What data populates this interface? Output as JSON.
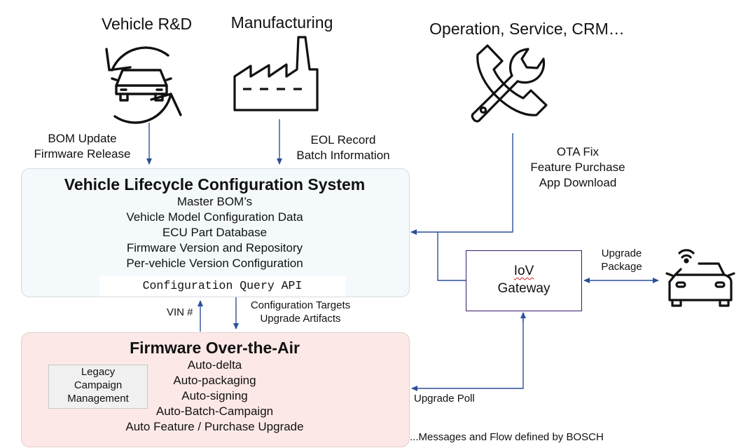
{
  "sources": {
    "rnd": {
      "title": "Vehicle R&D",
      "flow_lines": [
        "BOM Update",
        "Firmware Release"
      ]
    },
    "manufacturing": {
      "title": "Manufacturing",
      "flow_lines": [
        "EOL Record",
        "Batch Information"
      ]
    },
    "operation": {
      "title": "Operation, Service, CRM…",
      "flow_lines": [
        "OTA Fix",
        "Feature Purchase",
        "App Download"
      ]
    }
  },
  "vlcs": {
    "title": "Vehicle Lifecycle Configuration System",
    "items": [
      "Master BOM’s",
      "Vehicle Model Configuration Data",
      "ECU Part Database",
      "Firmware Version and Repository",
      "Per-vehicle Version Configuration"
    ],
    "api_label": "Configuration Query API"
  },
  "links": {
    "vin": "VIN #",
    "config_targets": [
      "Configuration Targets",
      "Upgrade Artifacts"
    ],
    "upgrade_poll": "Upgrade Poll",
    "upgrade_package": [
      "Upgrade",
      "Package"
    ]
  },
  "fota": {
    "title": "Firmware Over-the-Air",
    "items": [
      "Auto-delta",
      "Auto-packaging",
      "Auto-signing",
      "Auto-Batch-Campaign",
      "Auto Feature / Purchase Upgrade"
    ],
    "legacy_lines": [
      "Legacy",
      "Campaign",
      "Management"
    ]
  },
  "iov": {
    "lines": [
      "IoV",
      "Gateway"
    ]
  },
  "footer": {
    "note": "...Messages and Flow defined by BOSCH"
  },
  "colors": {
    "arrow": "#2c4f9a",
    "vlcs_fill": "#f4f9fc",
    "fota_fill": "#fce9e7",
    "gateway_border": "#3a1b6a"
  }
}
